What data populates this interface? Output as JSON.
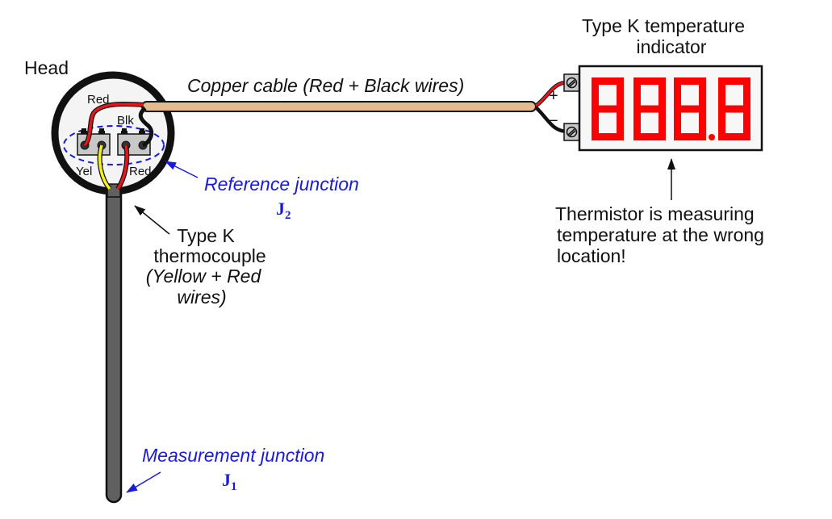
{
  "labels": {
    "head": "Head",
    "copper_cable": "Copper cable (Red + Black wires)",
    "indicator_line1": "Type K temperature",
    "indicator_line2": "indicator",
    "reference_junction": "Reference junction",
    "j2_letter": "J",
    "j2_sub": "2",
    "thermocouple_line1": "Type K",
    "thermocouple_line2": "thermocouple",
    "thermocouple_line3": "(Yellow + Red",
    "thermocouple_line4": "wires)",
    "measurement_junction": "Measurement junction",
    "j1_letter": "J",
    "j1_sub": "1",
    "thermistor_line1": "Thermistor is measuring",
    "thermistor_line2": "temperature at the wrong",
    "thermistor_line3": "location!",
    "wire_red_top": "Red",
    "wire_blk": "Blk",
    "wire_yel": "Yel",
    "wire_red_bottom": "Red",
    "terminal_plus": "+",
    "terminal_minus": "−"
  },
  "display": {
    "digits": [
      "8",
      "8",
      "8",
      "8"
    ],
    "decimal_after_digit": 3,
    "segment_color": "#ff0000"
  },
  "colors": {
    "cable": "#e2bc8f",
    "probe": "#606060",
    "annotation_blue": "#1a1adc",
    "wire_red": "#e8141c",
    "wire_yellow": "#f5f020",
    "wire_black": "#111111",
    "terminal_gray": "#c8c8c8"
  }
}
